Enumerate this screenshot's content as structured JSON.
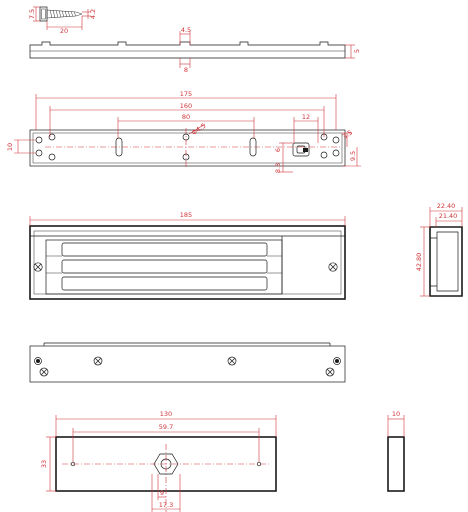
{
  "screw": {
    "dims": [
      "7.5",
      "20",
      "4.2"
    ]
  },
  "rail": {
    "dims": [
      "4.5",
      "8",
      "5"
    ]
  },
  "mounting_plate": {
    "dims": [
      "175",
      "160",
      "80",
      "12",
      "10",
      "Φ4.5",
      "6",
      "8.3",
      "3.5",
      "9.5"
    ]
  },
  "lock_body": {
    "dims": [
      "185"
    ]
  },
  "side_view": {
    "dims": [
      "22.40",
      "21.40",
      "42.80"
    ]
  },
  "armature": {
    "dims": [
      "130",
      "59.7",
      "33",
      "9",
      "17.3"
    ]
  },
  "armature_side": {
    "dims": [
      "10"
    ]
  },
  "colors": {
    "line": "#1a1a1a",
    "dimension": "#d0343a",
    "background": "#ffffff"
  }
}
